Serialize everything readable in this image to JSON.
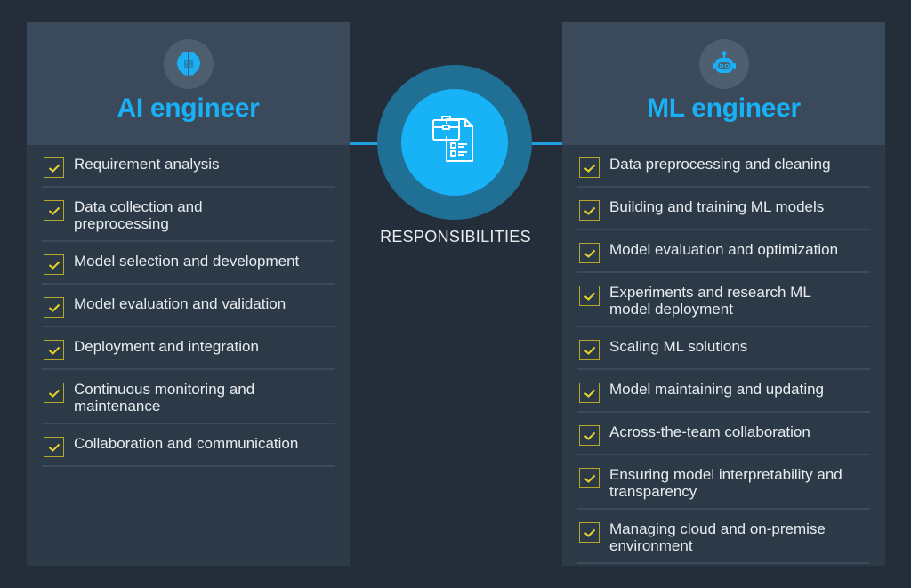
{
  "center": {
    "label": "RESPONSIBILITIES",
    "icon": "briefcase-document-icon"
  },
  "left_card": {
    "title": "AI engineer",
    "icon": "brain-chip-icon",
    "items": [
      "Requirement analysis",
      "Data collection and preprocessing",
      "Model selection and development",
      "Model evaluation and validation",
      "Deployment and integration",
      "Continuous monitoring and maintenance",
      "Collaboration and communication"
    ]
  },
  "right_card": {
    "title": "ML engineer",
    "icon": "robot-icon",
    "items": [
      "Data preprocessing and cleaning",
      "Building and training ML models",
      "Model evaluation and optimization",
      "Experiments and research ML model deployment",
      "Scaling ML solutions",
      "Model maintaining and updating",
      "Across-the-team collaboration",
      "Ensuring model interpretability and transparency",
      "Managing cloud and on-premise environment"
    ]
  },
  "colors": {
    "background": "#232e3a",
    "card": "#2c3a48",
    "card_header": "#3a4a5b",
    "accent_blue": "#1ab0f5",
    "checkbox": "#b8a82a",
    "check_mark": "#e6d32e",
    "center_outer": "#207096",
    "center_inner": "#17b3f6"
  }
}
